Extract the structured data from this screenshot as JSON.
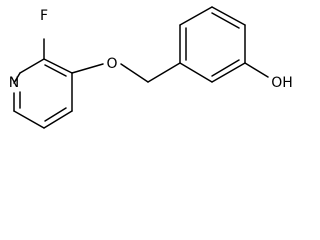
{
  "molecule": {
    "atoms": {
      "fluorine": "F",
      "pyridine_nitrogen": "N",
      "ether_oxygen": "O",
      "hydroxyl": "OH"
    },
    "bond_color": "#000000",
    "background": "#ffffff"
  }
}
